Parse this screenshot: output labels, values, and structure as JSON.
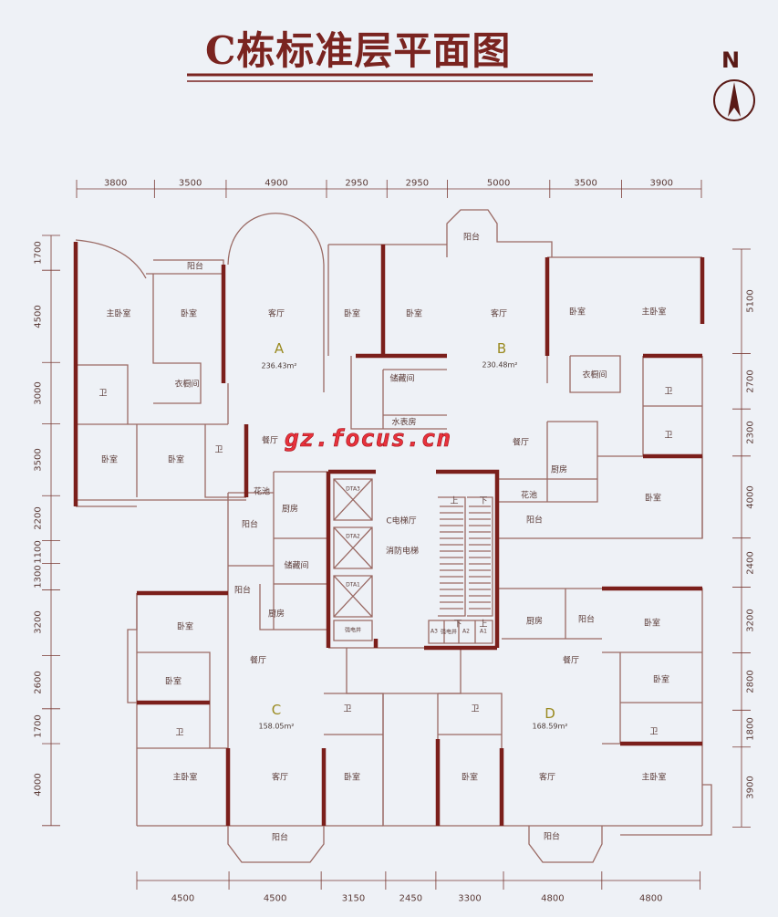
{
  "title": "C栋标准层平面图",
  "north": "N",
  "watermark": "gz.focus.cn",
  "dimensions": {
    "top": [
      "3800",
      "3500",
      "4900",
      "2950",
      "2950",
      "5000",
      "3500",
      "3900"
    ],
    "bottom": [
      "4500",
      "4500",
      "3150",
      "2450",
      "3300",
      "4800",
      "4800"
    ],
    "left": [
      "1700",
      "4500",
      "3000",
      "3500",
      "2200",
      "1100",
      "1300",
      "3200",
      "2600",
      "1700",
      "4000"
    ],
    "right": [
      "5100",
      "2700",
      "2300",
      "4000",
      "2400",
      "3200",
      "2800",
      "1800",
      "3900"
    ]
  },
  "units": [
    {
      "letter": "A",
      "area": "236.43m²"
    },
    {
      "letter": "B",
      "area": "230.48m²"
    },
    {
      "letter": "C",
      "area": "158.05m²"
    },
    {
      "letter": "D",
      "area": "168.59m²"
    }
  ],
  "labels": [
    "主卧室",
    "卧室",
    "客厅",
    "衣橱间",
    "卫",
    "阳台",
    "卧室",
    "卧室",
    "卫",
    "餐厅",
    "花池",
    "卧室",
    "卧室",
    "储藏间",
    "水表房",
    "阳台",
    "客厅",
    "卧室",
    "主卧室",
    "衣橱间",
    "卫",
    "卫",
    "餐厅",
    "厨房",
    "花池",
    "阳台",
    "卧室",
    "厨房",
    "DTA3",
    "C电梯厅",
    "DTA2",
    "消防电梯",
    "DTA1",
    "强电井",
    "储藏间",
    "阳台",
    "阳台",
    "厨房",
    "上",
    "下",
    "下",
    "上",
    "A3",
    "强电井",
    "A2",
    "A1",
    "卧室",
    "卧室",
    "卫",
    "主卧室",
    "餐厅",
    "客厅",
    "卫",
    "卧室",
    "阳台",
    "厨房",
    "阳台",
    "卧室",
    "餐厅",
    "卧室",
    "卫",
    "卫",
    "卧室",
    "客厅",
    "主卧室",
    "阳台"
  ],
  "colors": {
    "wall": "#7b1f1b",
    "line": "#9a6a64",
    "title": "#7a2420",
    "watermark": "#e8323c"
  }
}
